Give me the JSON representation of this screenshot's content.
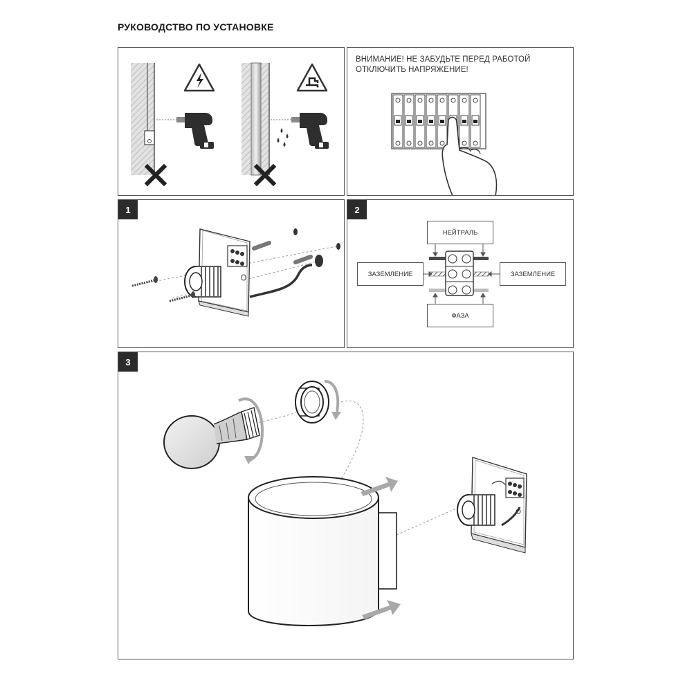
{
  "page": {
    "title": "РУКОВОДСТВО ПО УСТАНОВКЕ"
  },
  "warning_panel": {
    "line1": "ВНИМАНИЕ! НЕ ЗАБУДЬТЕ ПЕРЕД РАБОТОЙ",
    "line2": "ОТКЛЮЧИТЬ НАПРЯЖЕНИЕ!"
  },
  "steps": {
    "step1": "1",
    "step2": "2",
    "step3": "3"
  },
  "wiring": {
    "neutral": "НЕЙТРАЛЬ",
    "ground_left": "ЗАЗЕМЛЕНИЕ",
    "ground_right": "ЗАЗЕМЛЕНИЕ",
    "phase": "ФАЗА"
  },
  "icons": {
    "danger_sign": "high-voltage-warning-icon",
    "water_sign": "water-pipe-warning-icon",
    "forbidden": "cross-icon",
    "tool": "drill-icon"
  },
  "colors": {
    "border": "#555555",
    "arrow_gray": "#a8a8a8",
    "step_badge": "#2b2b2b",
    "wire_dark": "#4a4a4a",
    "wire_light": "#bdbdbd"
  }
}
